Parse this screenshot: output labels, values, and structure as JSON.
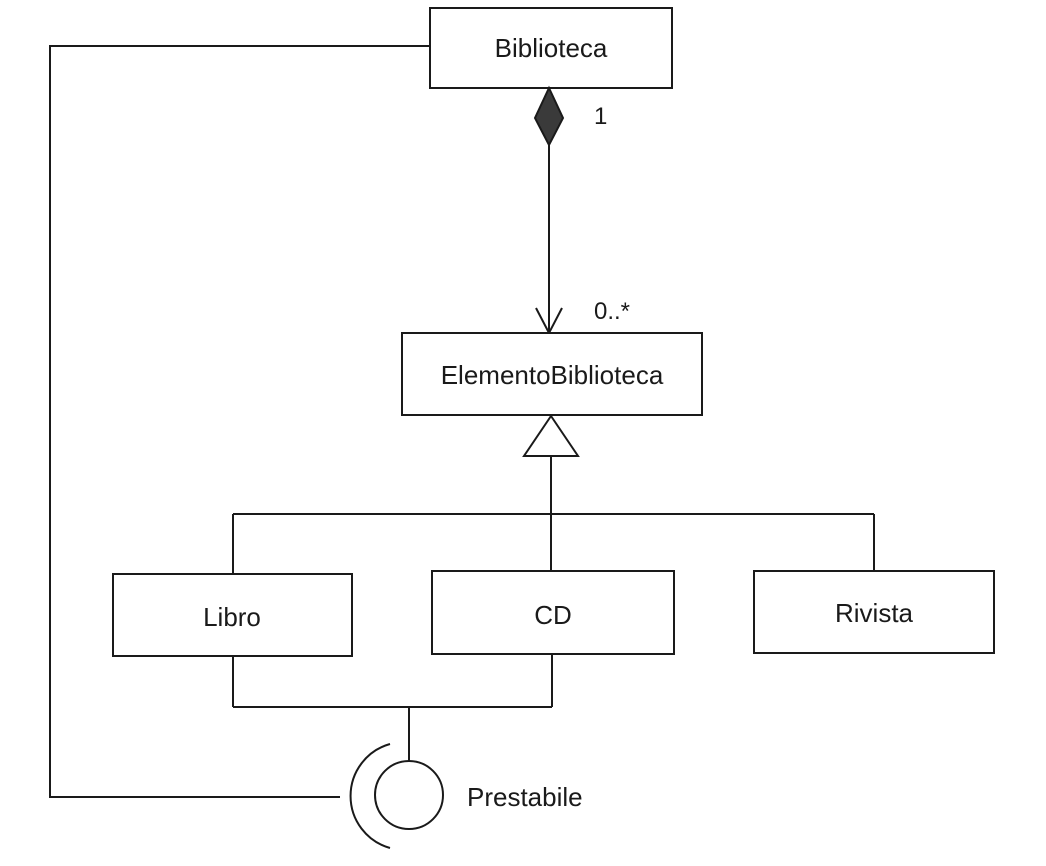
{
  "classes": {
    "biblioteca": "Biblioteca",
    "elemento": "ElementoBiblioteca",
    "libro": "Libro",
    "cd": "CD",
    "rivista": "Rivista"
  },
  "interface": {
    "name": "Prestabile"
  },
  "composition": {
    "whole_multiplicity": "1",
    "part_multiplicity": "0..*"
  },
  "colors": {
    "stroke": "#1a1a1a",
    "diamond_fill": "#3a3a3a",
    "background": "#ffffff"
  }
}
